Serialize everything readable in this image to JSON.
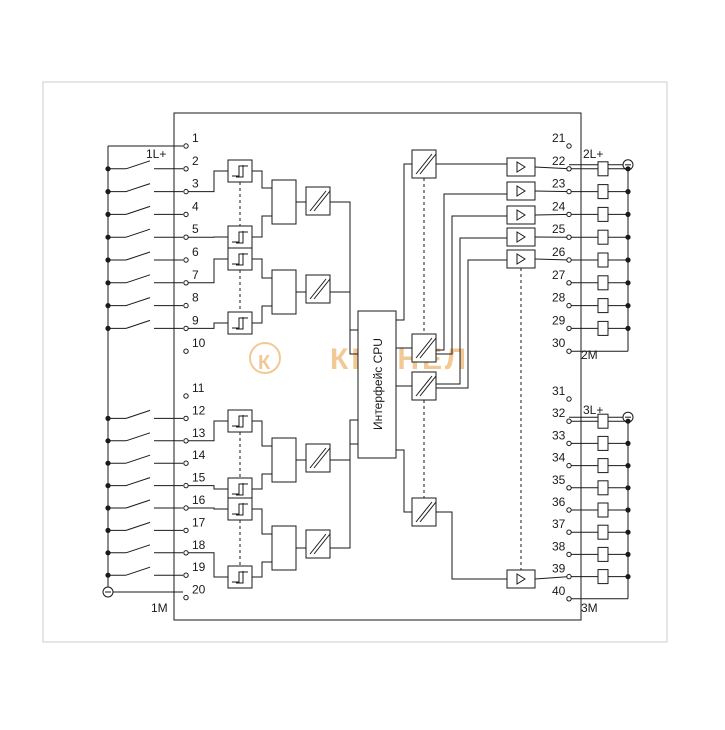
{
  "diagram": {
    "cpu_label": "Интерфейс CPU",
    "watermark": {
      "text": "КЕРНЕЛ",
      "logo_glyph": "К"
    },
    "input_pins": [
      "1",
      "2",
      "3",
      "4",
      "5",
      "6",
      "7",
      "8",
      "9",
      "10",
      "11",
      "12",
      "13",
      "14",
      "15",
      "16",
      "17",
      "18",
      "19",
      "20"
    ],
    "output_pins": [
      "21",
      "22",
      "23",
      "24",
      "25",
      "26",
      "27",
      "28",
      "29",
      "30",
      "31",
      "32",
      "33",
      "34",
      "35",
      "36",
      "37",
      "38",
      "39",
      "40"
    ],
    "rail_labels": {
      "in_l1": "1L+",
      "in_m1": "1M",
      "out_l2": "2L+",
      "out_m2": "2M",
      "out_l3": "3L+",
      "out_m3": "3M"
    },
    "colors": {
      "line": "#1a1a1a",
      "frame": "#cccccc",
      "watermark": "#f2c995"
    }
  }
}
